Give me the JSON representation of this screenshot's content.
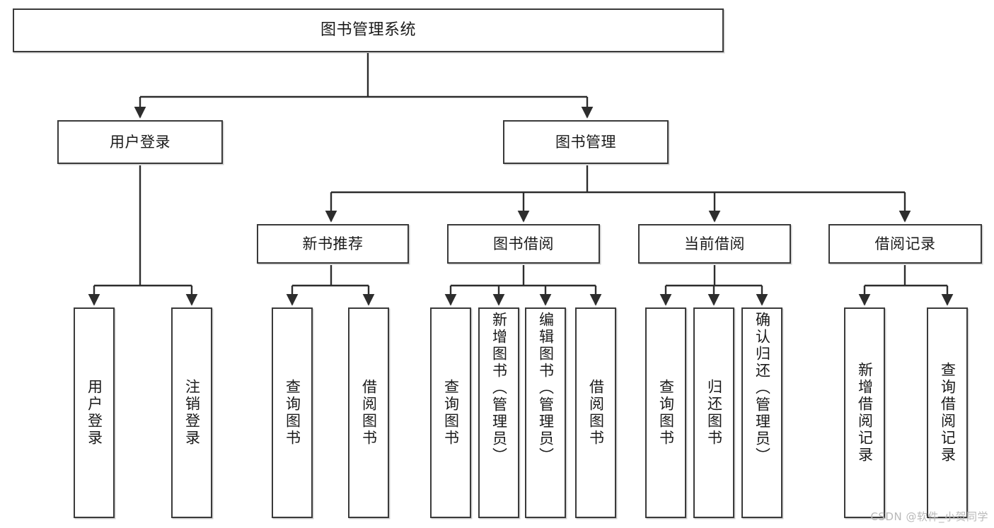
{
  "diagram": {
    "title": "图书管理系统",
    "type": "tree-hierarchy",
    "watermark": "CSDN @软件_小贺同学",
    "colors": {
      "background": "#ffffff",
      "box_border": "#3a3a3a",
      "box_fill": "#ffffff",
      "connector": "#2d2d2d",
      "text": "#1a1a1a",
      "watermark": "#b9b9b9"
    },
    "nodes": {
      "root": {
        "label": "图书管理系统"
      },
      "level2": [
        {
          "id": "user-login",
          "label": "用户登录"
        },
        {
          "id": "book-manage",
          "label": "图书管理"
        }
      ],
      "level3": [
        {
          "id": "new-book-rec",
          "label": "新书推荐"
        },
        {
          "id": "book-borrow",
          "label": "图书借阅"
        },
        {
          "id": "current-borrow",
          "label": "当前借阅"
        },
        {
          "id": "borrow-record",
          "label": "借阅记录"
        }
      ],
      "leaves": {
        "user-login": [
          {
            "id": "leaf-user-login",
            "label": "用户登录"
          },
          {
            "id": "leaf-logout",
            "label": "注销登录"
          }
        ],
        "new-book-rec": [
          {
            "id": "leaf-query-book-1",
            "label": "查询图书"
          },
          {
            "id": "leaf-borrow-book-1",
            "label": "借阅图书"
          }
        ],
        "book-borrow": [
          {
            "id": "leaf-query-book-2",
            "label": "查询图书"
          },
          {
            "id": "leaf-add-book",
            "label": "新增图书（管理员）"
          },
          {
            "id": "leaf-edit-book",
            "label": "编辑图书（管理员）"
          },
          {
            "id": "leaf-borrow-book-2",
            "label": "借阅图书"
          }
        ],
        "current-borrow": [
          {
            "id": "leaf-query-book-3",
            "label": "查询图书"
          },
          {
            "id": "leaf-return-book",
            "label": "归还图书"
          },
          {
            "id": "leaf-confirm-return",
            "label": "确认归还（管理员）"
          }
        ],
        "borrow-record": [
          {
            "id": "leaf-add-record",
            "label": "新增借阅记录"
          },
          {
            "id": "leaf-query-record",
            "label": "查询借阅记录"
          }
        ]
      }
    },
    "edges": [
      {
        "from": "root",
        "to": "user-login"
      },
      {
        "from": "root",
        "to": "book-manage"
      },
      {
        "from": "book-manage",
        "to": "new-book-rec"
      },
      {
        "from": "book-manage",
        "to": "book-borrow"
      },
      {
        "from": "book-manage",
        "to": "current-borrow"
      },
      {
        "from": "book-manage",
        "to": "borrow-record"
      },
      {
        "from": "user-login",
        "to": "leaf-user-login"
      },
      {
        "from": "user-login",
        "to": "leaf-logout"
      },
      {
        "from": "new-book-rec",
        "to": "leaf-query-book-1"
      },
      {
        "from": "new-book-rec",
        "to": "leaf-borrow-book-1"
      },
      {
        "from": "book-borrow",
        "to": "leaf-query-book-2"
      },
      {
        "from": "book-borrow",
        "to": "leaf-add-book"
      },
      {
        "from": "book-borrow",
        "to": "leaf-edit-book"
      },
      {
        "from": "book-borrow",
        "to": "leaf-borrow-book-2"
      },
      {
        "from": "current-borrow",
        "to": "leaf-query-book-3"
      },
      {
        "from": "current-borrow",
        "to": "leaf-return-book"
      },
      {
        "from": "current-borrow",
        "to": "leaf-confirm-return"
      },
      {
        "from": "borrow-record",
        "to": "leaf-add-record"
      },
      {
        "from": "borrow-record",
        "to": "leaf-query-record"
      }
    ]
  }
}
